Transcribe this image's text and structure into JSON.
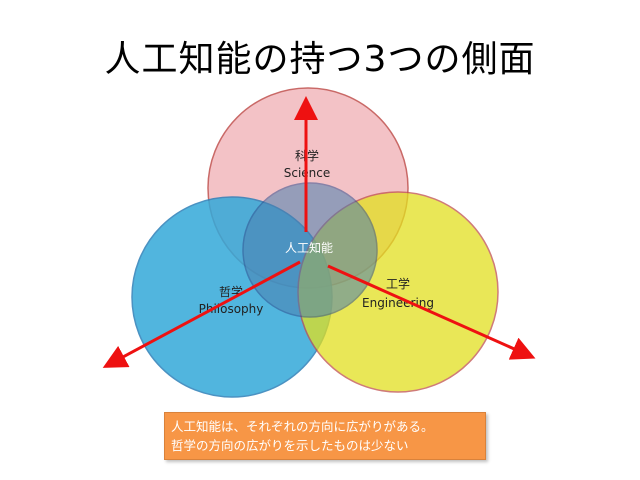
{
  "title": "人工知能の持つ3つの側面",
  "circles": {
    "science": {
      "label_ja": "科学",
      "label_en": "Science",
      "color": "#f2b8bd"
    },
    "philosophy": {
      "label_ja": "哲学",
      "label_en": "Philosophy",
      "color": "#33a9d9"
    },
    "engineering": {
      "label_ja": "工学",
      "label_en": "Engineering",
      "color": "#e2e020"
    },
    "center": {
      "label": "人工知能",
      "color": "#4a7fb0"
    }
  },
  "arrow_color": "#ee1111",
  "note": {
    "line1": "人工知能は、それぞれの方向に広がりがある。",
    "line2": "哲学の方向の広がりを示したものは少ない"
  }
}
